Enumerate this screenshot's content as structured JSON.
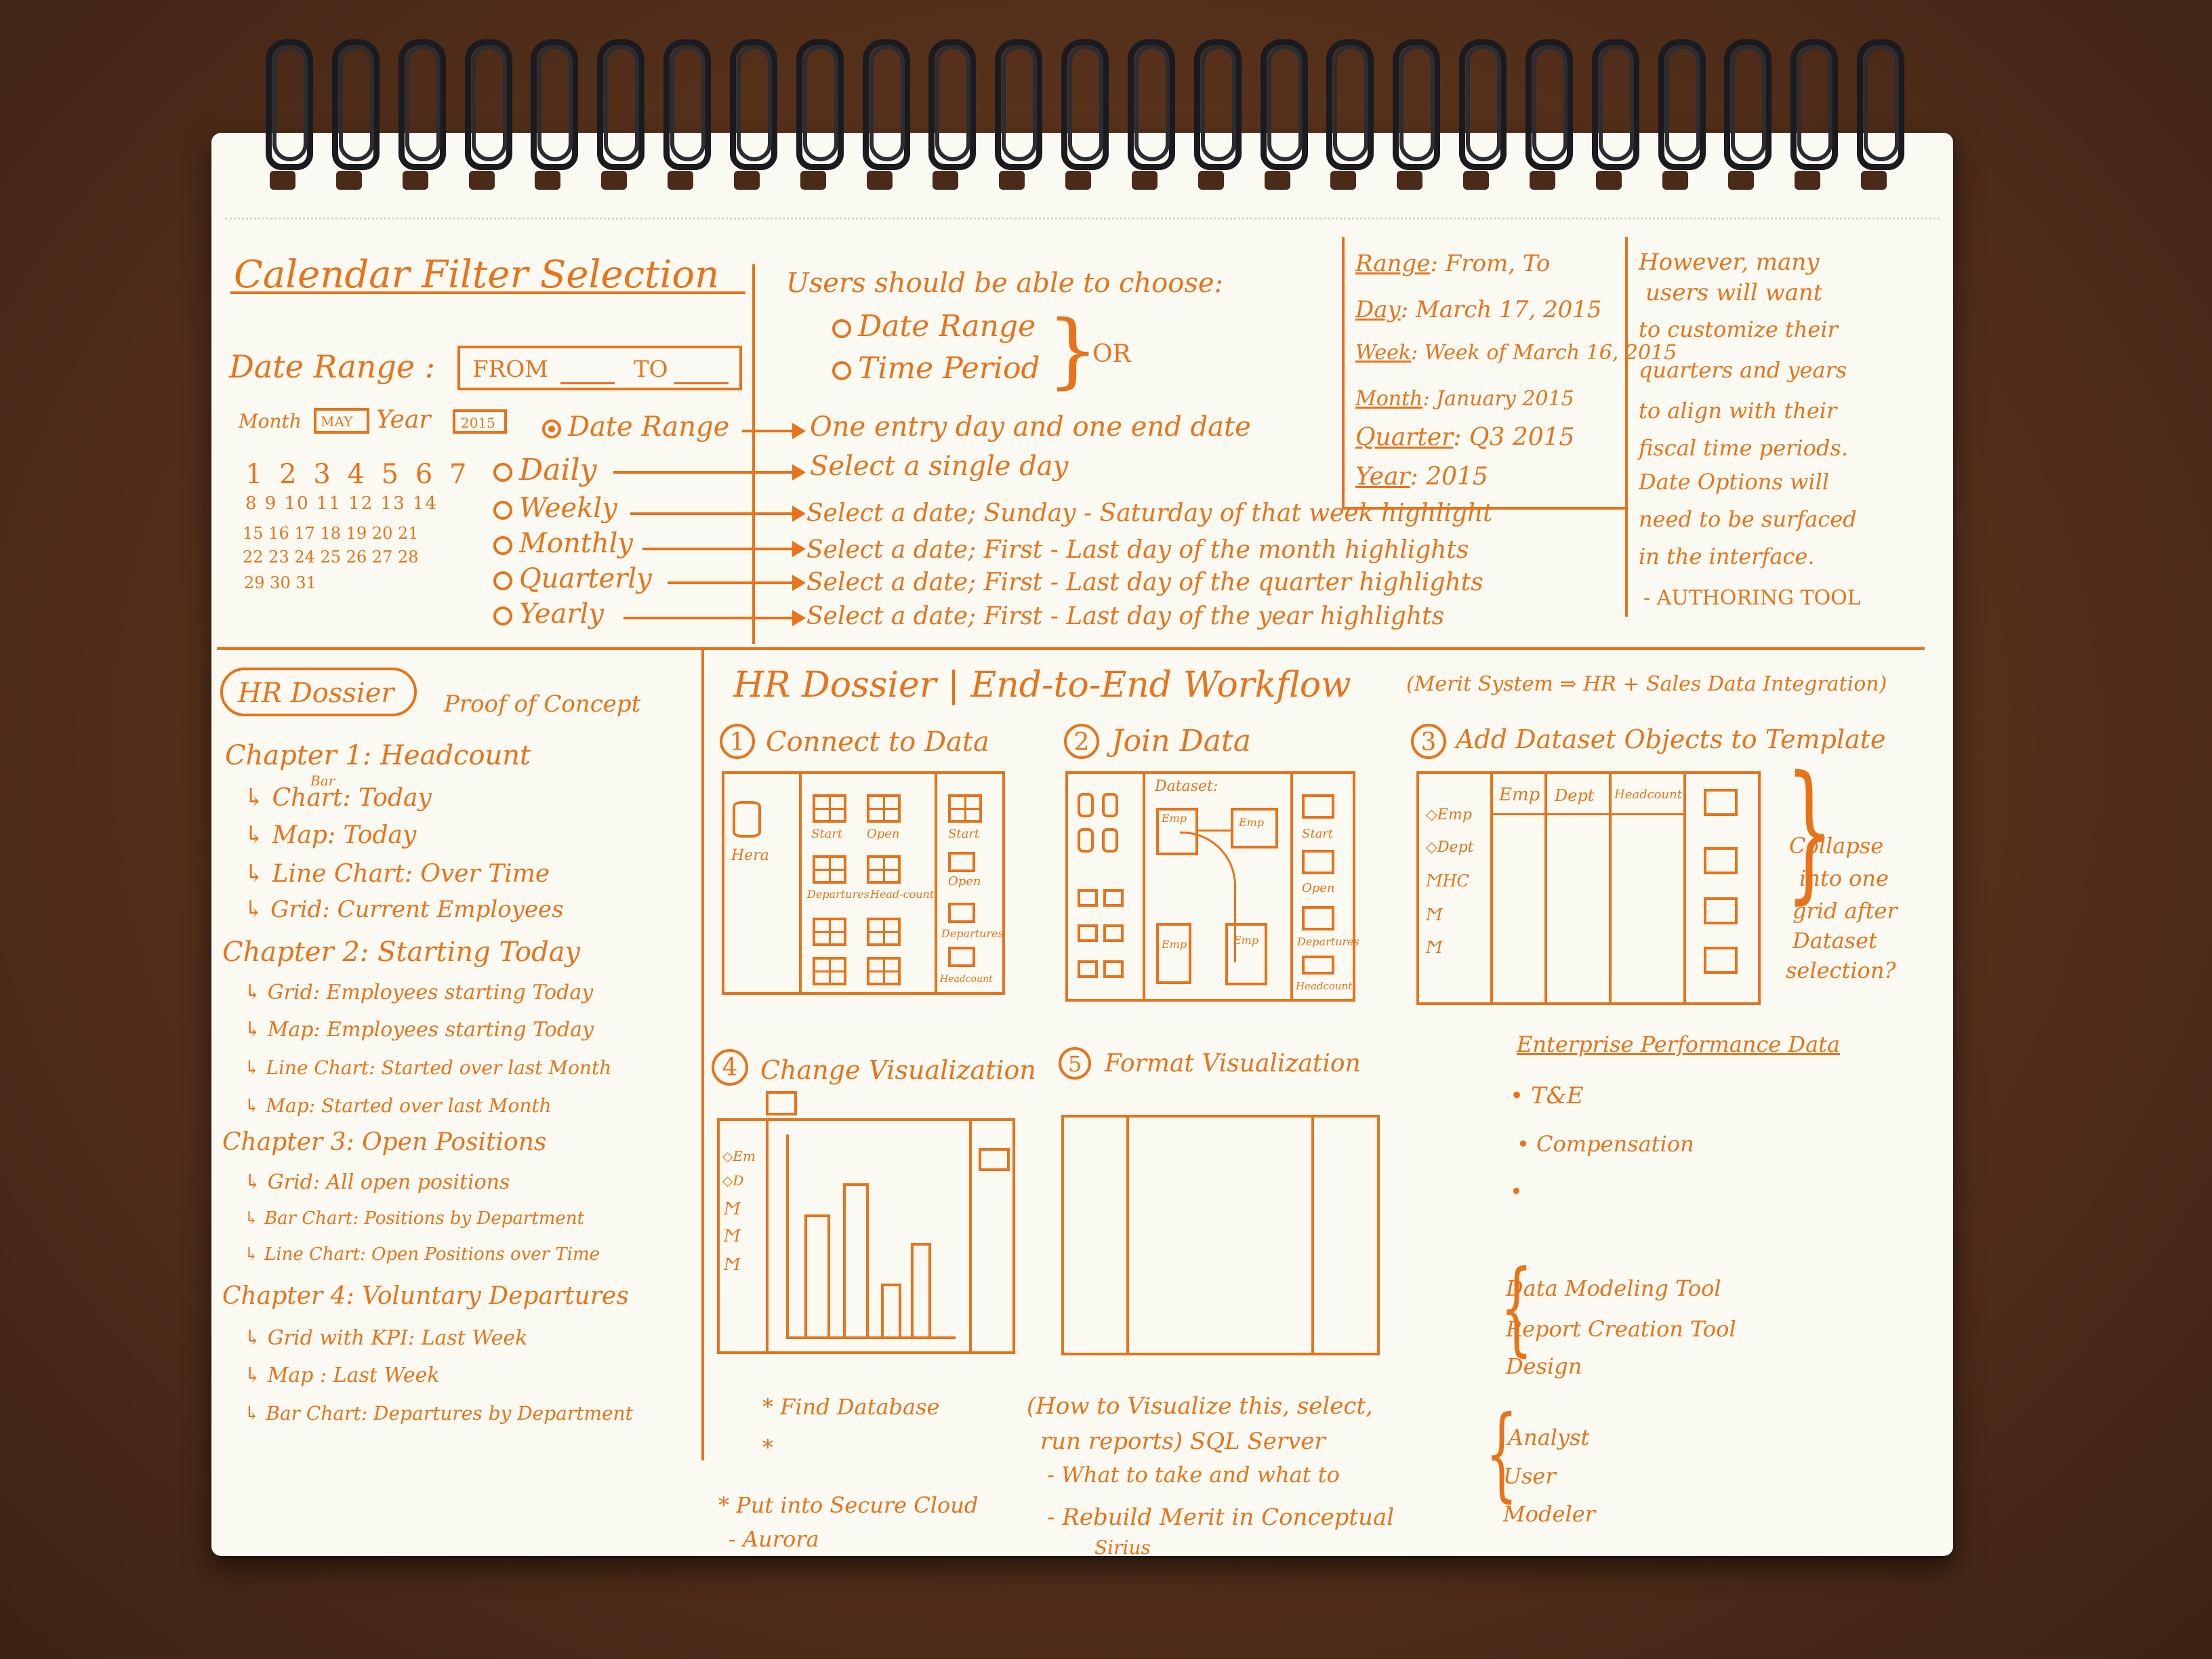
{
  "calendar": {
    "title": "Calendar Filter Selection",
    "date_range_label": "Date Range :",
    "from": "FROM",
    "to": "TO",
    "month_label": "Month",
    "month_value": "MAY",
    "year_label": "Year",
    "year_value": "2015",
    "days": [
      "1 2 3 4 5 6 7",
      "8 9 10 11 12 13 14",
      "15 16 17 18 19 20 21",
      "22 23 24 25 26 27 28",
      "29 30 31"
    ],
    "options": [
      {
        "label": "Date Range",
        "desc": "One entry day and one end date"
      },
      {
        "label": "Daily",
        "desc": "Select a single day"
      },
      {
        "label": "Weekly",
        "desc": "Select a date; Sunday - Saturday of that week highlight"
      },
      {
        "label": "Monthly",
        "desc": "Select a date; First - Last day of the month highlights"
      },
      {
        "label": "Quarterly",
        "desc": "Select a date; First - Last day of the quarter highlights"
      },
      {
        "label": "Yearly",
        "desc": "Select a date; First - Last day of the year highlights"
      }
    ]
  },
  "choose": {
    "heading": "Users should be able to choose:",
    "opt1": "Date Range",
    "opt2": "Time Period",
    "or": "OR"
  },
  "examples": [
    {
      "key": "Range",
      "value": ": From, To"
    },
    {
      "key": "Day",
      "value": ": March 17, 2015"
    },
    {
      "key": "Week",
      "value": ": Week of March 16, 2015"
    },
    {
      "key": "Month",
      "value": ": January 2015"
    },
    {
      "key": "Quarter",
      "value": ": Q3 2015"
    },
    {
      "key": "Year",
      "value": ": 2015"
    }
  ],
  "however": [
    "However, many",
    "users will want",
    "to customize their",
    "quarters and years",
    "to align with their",
    "fiscal time periods.",
    "Date Options will",
    "need to be surfaced",
    "in the interface.",
    "- AUTHORING TOOL"
  ],
  "dossier": {
    "title": "HR Dossier",
    "subtitle": "Proof of Concept",
    "chapters": [
      {
        "title": "Chapter 1: Headcount",
        "items": [
          "Chart: Today",
          "Map: Today",
          "Line Chart: Over Time",
          "Grid: Current Employees"
        ],
        "note": "Bar"
      },
      {
        "title": "Chapter 2: Starting Today",
        "items": [
          "Grid: Employees starting Today",
          "Map: Employees starting Today",
          "Line Chart: Started over last Month",
          "Map: Started over last Month"
        ]
      },
      {
        "title": "Chapter 3: Open Positions",
        "items": [
          "Grid: All open positions",
          "Bar Chart: Positions by Department",
          "Line Chart: Open Positions over Time"
        ]
      },
      {
        "title": "Chapter 4: Voluntary Departures",
        "items": [
          "Grid with KPI: Last Week",
          "Map : Last Week",
          "Bar Chart: Departures by Department"
        ]
      }
    ]
  },
  "workflow": {
    "title": "HR Dossier | End-to-End Workflow",
    "subtitle": "(Merit System ⇒ HR + Sales Data Integration)",
    "steps": [
      {
        "num": "1",
        "label": "Connect to Data"
      },
      {
        "num": "2",
        "label": "Join Data"
      },
      {
        "num": "3",
        "label": "Add Dataset Objects to Template"
      },
      {
        "num": "4",
        "label": "Change Visualization"
      },
      {
        "num": "5",
        "label": "Format Visualization"
      }
    ],
    "step1": {
      "db": "Hera",
      "grid": [
        "Start",
        "Open",
        "Departures",
        "Head-count"
      ],
      "side": [
        "Start",
        "Open",
        "Departures",
        "Headcount"
      ]
    },
    "step2": {
      "dataset": "Dataset:",
      "emp": "Emp",
      "side": [
        "Start",
        "Open",
        "Departures",
        "Headcount"
      ]
    },
    "step3": {
      "left": [
        "Emp",
        "Dept",
        "HC"
      ],
      "cols": [
        "Emp",
        "Dept",
        "Headcount"
      ],
      "note": [
        "Collapse",
        "into one",
        "grid after",
        "Dataset",
        "selection?"
      ]
    },
    "step4": {
      "left": [
        "Em",
        "D"
      ]
    }
  },
  "enterprise": {
    "title": "Enterprise Performance Data",
    "items": [
      "T&E",
      "Compensation"
    ]
  },
  "tools": {
    "group1": [
      "Data Modeling Tool",
      "Report Creation Tool",
      "Design"
    ],
    "group2": [
      "Analyst",
      "User",
      "Modeler"
    ]
  },
  "notes": {
    "n1": "* Find Database",
    "n2": "*",
    "n3": "* Put into Secure Cloud",
    "n4": "- Aurora",
    "n5": "(How to Visualize this, select,",
    "n6": "run reports)  SQL Server",
    "n7": "- What to take and what to",
    "n8": "- Rebuild Merit in Conceptual",
    "n9": "Sirius"
  }
}
